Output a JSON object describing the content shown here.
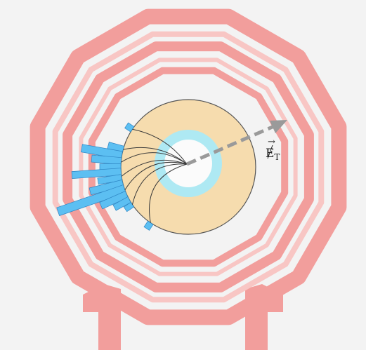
{
  "colors": {
    "background": "#f3f3f3",
    "muon_system": "#f29e9c",
    "muon_system_light": "#f8c6c4",
    "calorimeter": "#f6dcae",
    "tracker_ring": "#aee9f3",
    "tracker_inner": "#fbfbfb",
    "tracks": "#3a3a3a",
    "energy_deposits": "#5cbff2",
    "met_arrow": "#9a9a9a"
  },
  "met_label": {
    "base": "E",
    "subscript": "T",
    "arrow": "→"
  },
  "elements": {
    "detector": "detector-cross-section",
    "met_arrow_icon": "dashed-arrow-icon"
  }
}
